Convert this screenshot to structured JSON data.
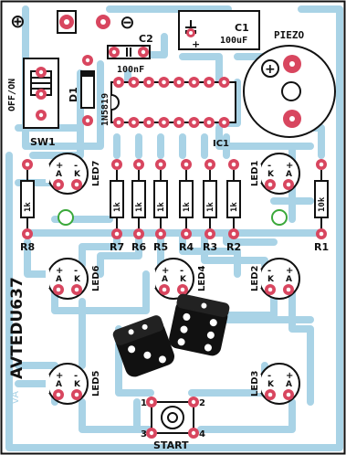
{
  "board": {
    "brand_text": "AVTEDU637",
    "mirror_text": "vA"
  },
  "power": {
    "plus_symbol": "⊕",
    "minus_symbol": "⊖",
    "switch_label": "OFF/ON",
    "switch_ref": "SW1"
  },
  "components": {
    "c1": {
      "ref": "C1",
      "value": "100uF",
      "plus": "+"
    },
    "c2": {
      "ref": "C2",
      "value": "100nF"
    },
    "d1": {
      "ref": "D1",
      "value": "1N5819"
    },
    "piezo": {
      "ref": "PIEZO",
      "plus": "+"
    },
    "ic1": {
      "ref": "IC1"
    },
    "start": {
      "ref": "START",
      "pins": [
        "1",
        "2",
        "3",
        "4"
      ]
    }
  },
  "resistors": [
    {
      "ref": "R8",
      "value": "1k"
    },
    {
      "ref": "R7",
      "value": "1k"
    },
    {
      "ref": "R6",
      "value": "1k"
    },
    {
      "ref": "R5",
      "value": "1k"
    },
    {
      "ref": "R4",
      "value": "1k"
    },
    {
      "ref": "R3",
      "value": "1k"
    },
    {
      "ref": "R2",
      "value": "1k"
    },
    {
      "ref": "R1",
      "value": "10k"
    }
  ],
  "leds": [
    {
      "ref": "LED7",
      "pin_a": "A",
      "pin_k": "K",
      "sign_a": "+",
      "sign_k": "-"
    },
    {
      "ref": "LED1",
      "pin_a": "A",
      "pin_k": "K",
      "sign_a": "+",
      "sign_k": "-"
    },
    {
      "ref": "LED6",
      "pin_a": "A",
      "pin_k": "K",
      "sign_a": "+",
      "sign_k": "-"
    },
    {
      "ref": "LED4",
      "pin_a": "A",
      "pin_k": "K",
      "sign_a": "+",
      "sign_k": "-"
    },
    {
      "ref": "LED2",
      "pin_a": "A",
      "pin_k": "K",
      "sign_a": "+",
      "sign_k": "-"
    },
    {
      "ref": "LED5",
      "pin_a": "A",
      "pin_k": "K",
      "sign_a": "+",
      "sign_k": "-"
    },
    {
      "ref": "LED3",
      "pin_a": "A",
      "pin_k": "K",
      "sign_a": "+",
      "sign_k": "-"
    }
  ],
  "colors": {
    "trace": "#a9d3e6",
    "pad": "#d8465f",
    "pad_hole": "#ffffff",
    "ink": "#111111",
    "accent": "#e0a300",
    "board_edge": "#111111",
    "fiducial": "#3aa83a"
  }
}
